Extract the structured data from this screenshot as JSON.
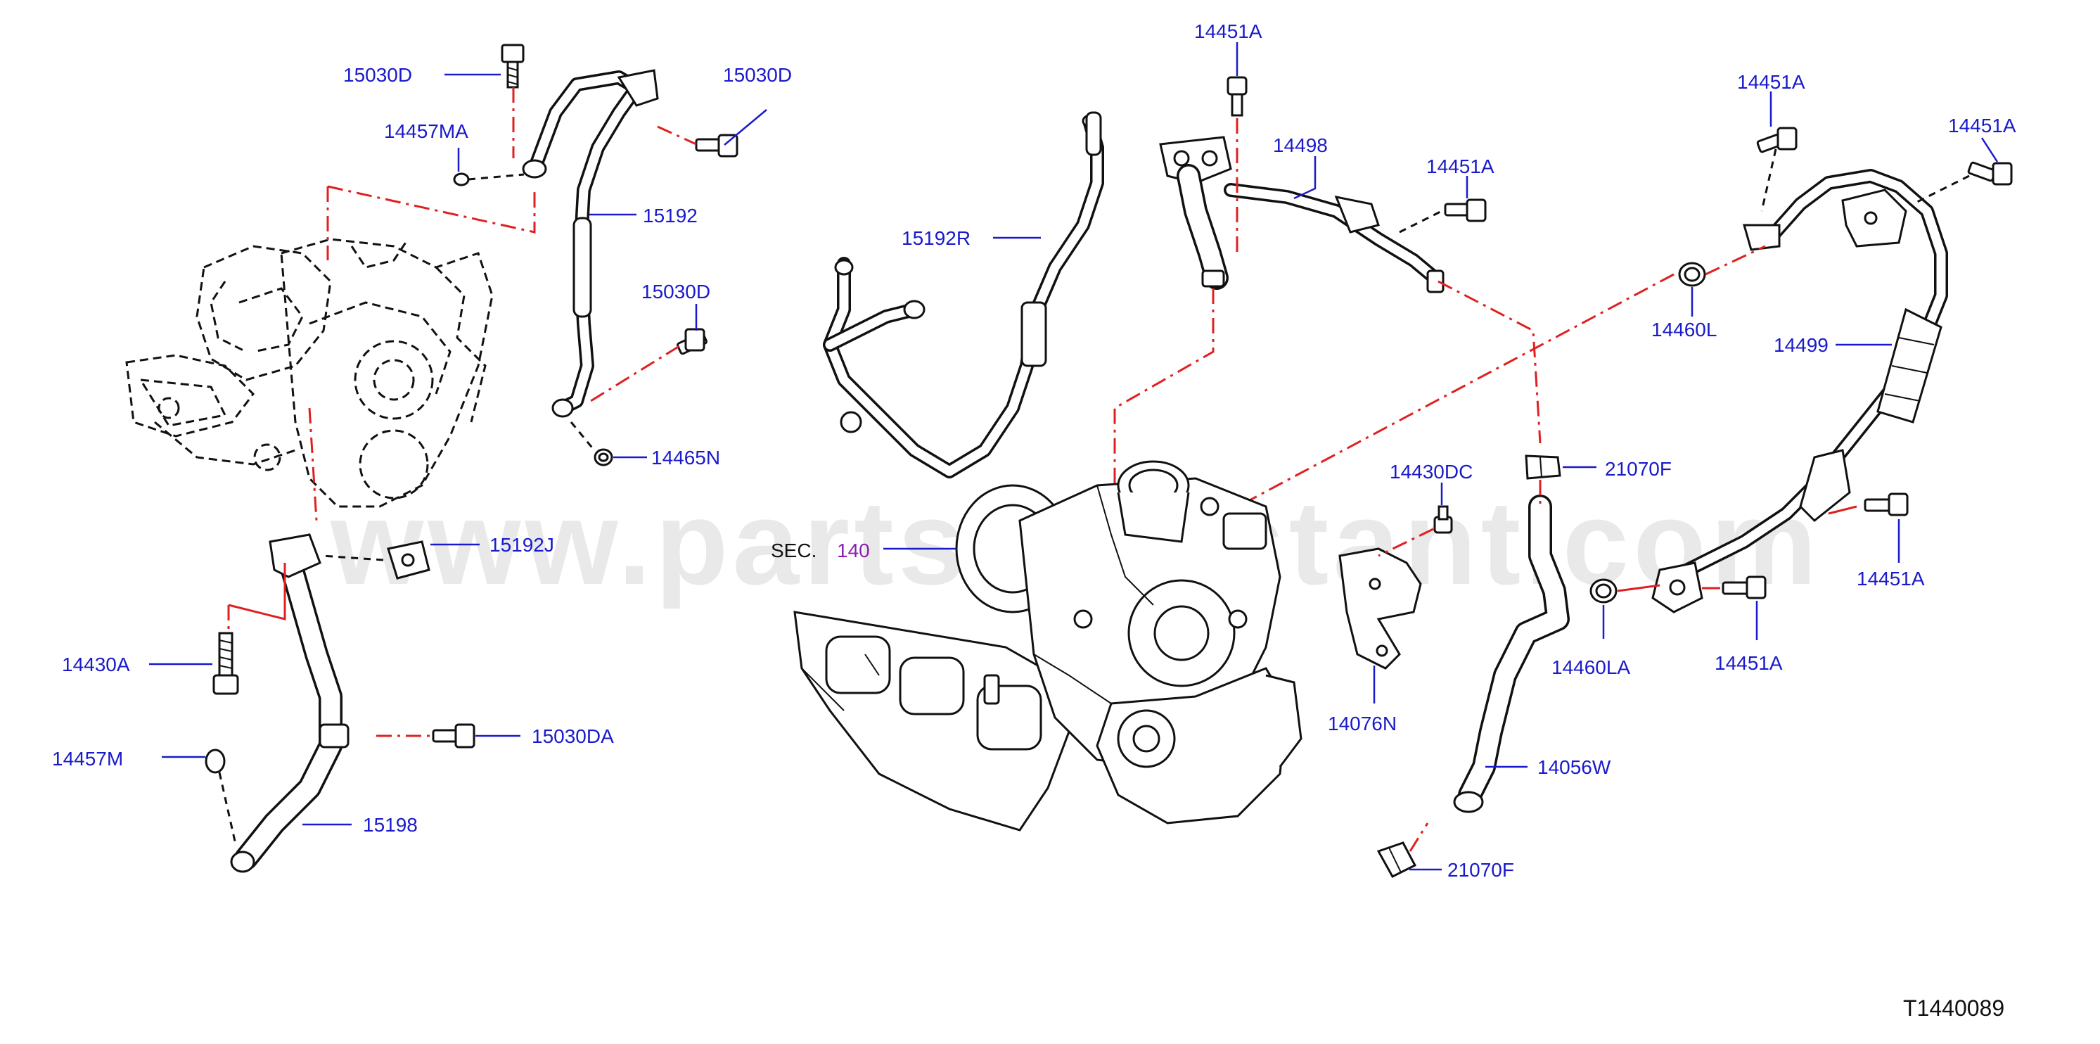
{
  "section": {
    "prefix": "SEC.",
    "number": "140"
  },
  "figure_id": "T1440089",
  "watermark": "www.partsassistant.com",
  "labels": {
    "l_15030D_a": "15030D",
    "l_15030D_b": "15030D",
    "l_14457MA": "14457MA",
    "l_15192": "15192",
    "l_15030D_c": "15030D",
    "l_14465N": "14465N",
    "l_15192J": "15192J",
    "l_14430A": "14430A",
    "l_15030DA": "15030DA",
    "l_14457M": "14457M",
    "l_15198": "15198",
    "l_15192R": "15192R",
    "l_14451A_a": "14451A",
    "l_14498": "14498",
    "l_14451A_b": "14451A",
    "l_14451A_c": "14451A",
    "l_14451A_d": "14451A",
    "l_14460L": "14460L",
    "l_14499": "14499",
    "l_21070F_a": "21070F",
    "l_14430DC": "14430DC",
    "l_14451A_e": "14451A",
    "l_14460LA": "14460LA",
    "l_14451A_f": "14451A",
    "l_14076N": "14076N",
    "l_14056W": "14056W",
    "l_21070F_b": "21070F"
  }
}
